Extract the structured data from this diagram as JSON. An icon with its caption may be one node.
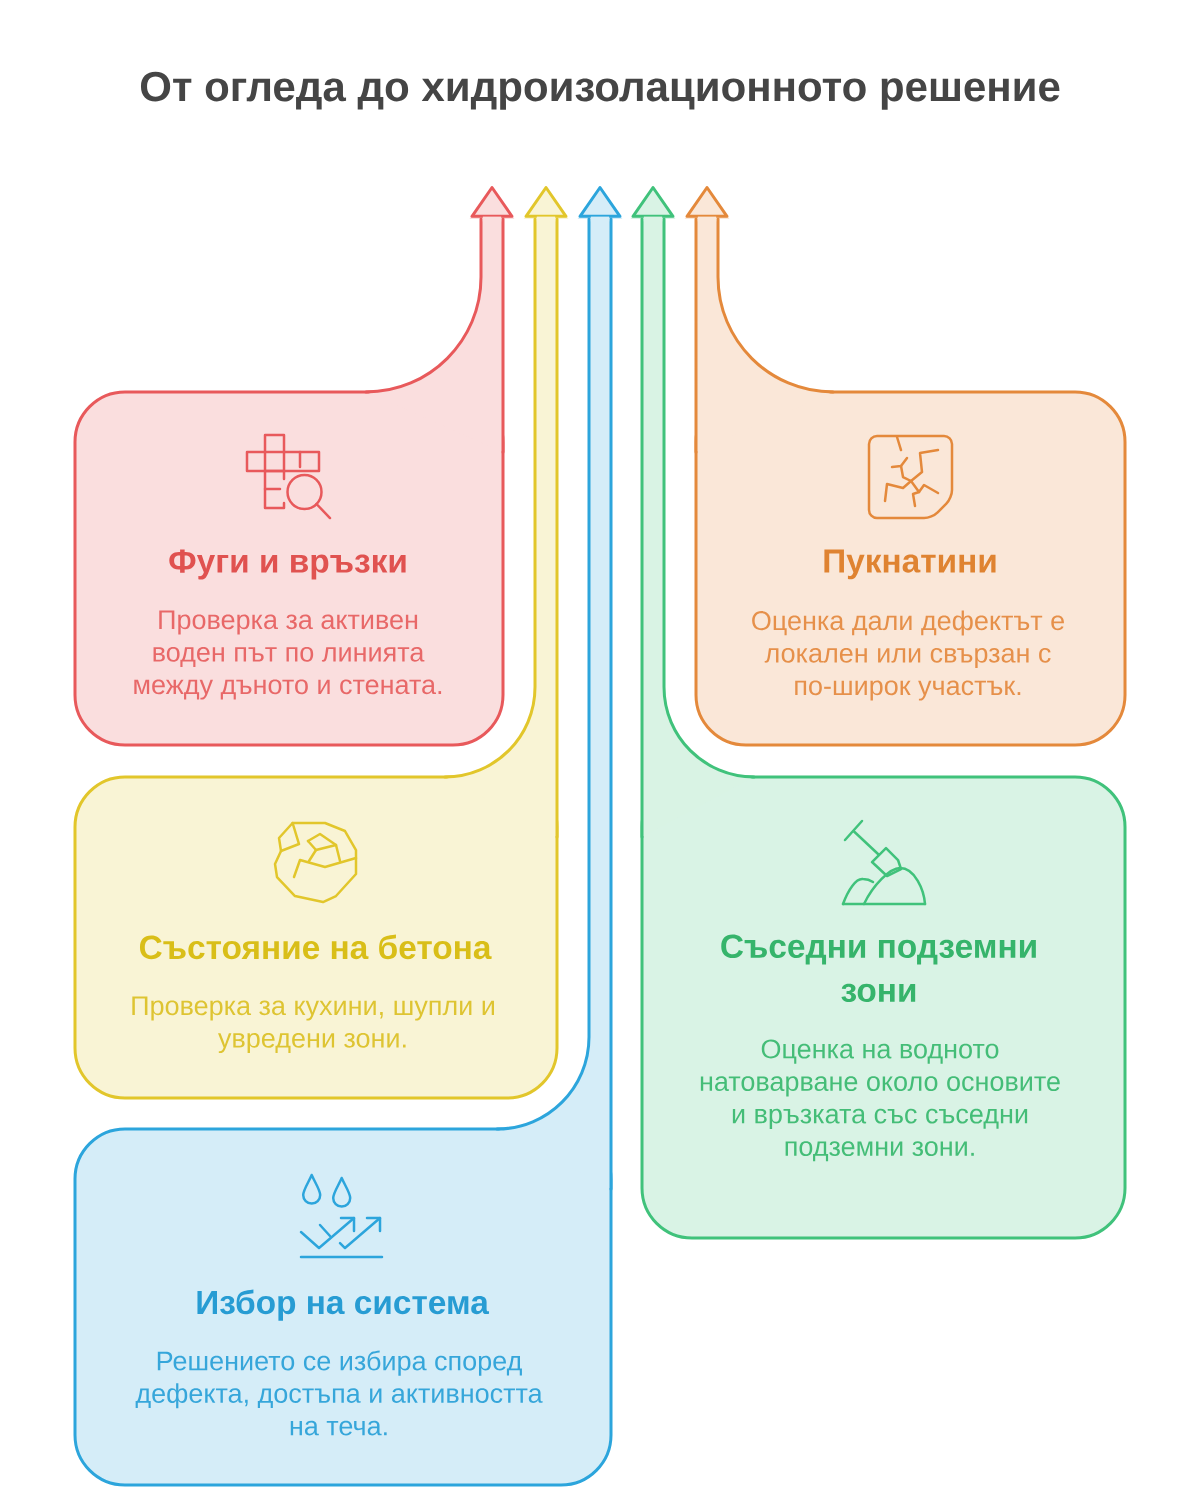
{
  "diagram": {
    "title": "От огледа до хидроизолационното решение",
    "nodes": [
      {
        "text": [
          "Фуги и връзки",
          "Проверка за активен воден път по линията между дъното и стената."
        ]
      },
      {
        "text": [
          "Пукнатини",
          "Оценка дали дефектът е локален или свързан с по-широк участък."
        ]
      },
      {
        "text": [
          "Състояние на бетона",
          "Проверка за кухини, шупли и увредени зони."
        ]
      },
      {
        "text": [
          "Съседни подземни зони",
          "Оценка на водното натоварване около основите и връзката със съседни подземни зони."
        ]
      },
      {
        "text": [
          "Избор на система",
          "Решението се избира според дефекта, достъпа и активността на теча."
        ]
      }
    ],
    "edges": [
      {
        "from": 0,
        "to": null,
        "arrow": "to",
        "color": "#e8595b"
      },
      {
        "from": 1,
        "to": null,
        "arrow": "to",
        "color": "#e4893b"
      },
      {
        "from": 2,
        "to": null,
        "arrow": "to",
        "color": "#e2c62b"
      },
      {
        "from": 3,
        "to": null,
        "arrow": "to",
        "color": "#40c27b"
      },
      {
        "from": 4,
        "to": null,
        "arrow": "to",
        "color": "#2ca5dc"
      }
    ]
  }
}
